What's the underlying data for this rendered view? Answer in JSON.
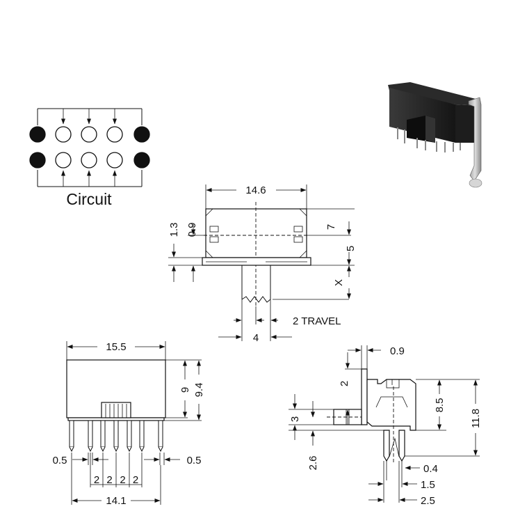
{
  "circuit": {
    "label": "Circuit",
    "rows": [
      [
        "filled",
        "open",
        "open",
        "open",
        "filled"
      ],
      [
        "filled",
        "open",
        "open",
        "open",
        "filled"
      ]
    ]
  },
  "top_view": {
    "width": "14.6",
    "dim_1_3": "1.3",
    "dim_0_9": "0.9",
    "dim_7": "7",
    "dim_5": "5",
    "dim_x": "X",
    "travel": "2 TRAVEL",
    "dim_4": "4"
  },
  "front_view": {
    "width": "15.5",
    "dim_9": "9",
    "dim_9_4": "9.4",
    "left_gap": "0.5",
    "right_gap": "0.5",
    "pitch": [
      "2",
      "2",
      "2",
      "2"
    ],
    "pin_span": "14.1"
  },
  "side_view": {
    "dim_0_9": "0.9",
    "dim_2": "2",
    "dim_3": "3",
    "dim_2_6": "2.6",
    "dim_8_5": "8.5",
    "dim_11_8": "11.8",
    "dim_0_4": "0.4",
    "dim_1_5": "1.5",
    "dim_2_5": "2.5"
  }
}
